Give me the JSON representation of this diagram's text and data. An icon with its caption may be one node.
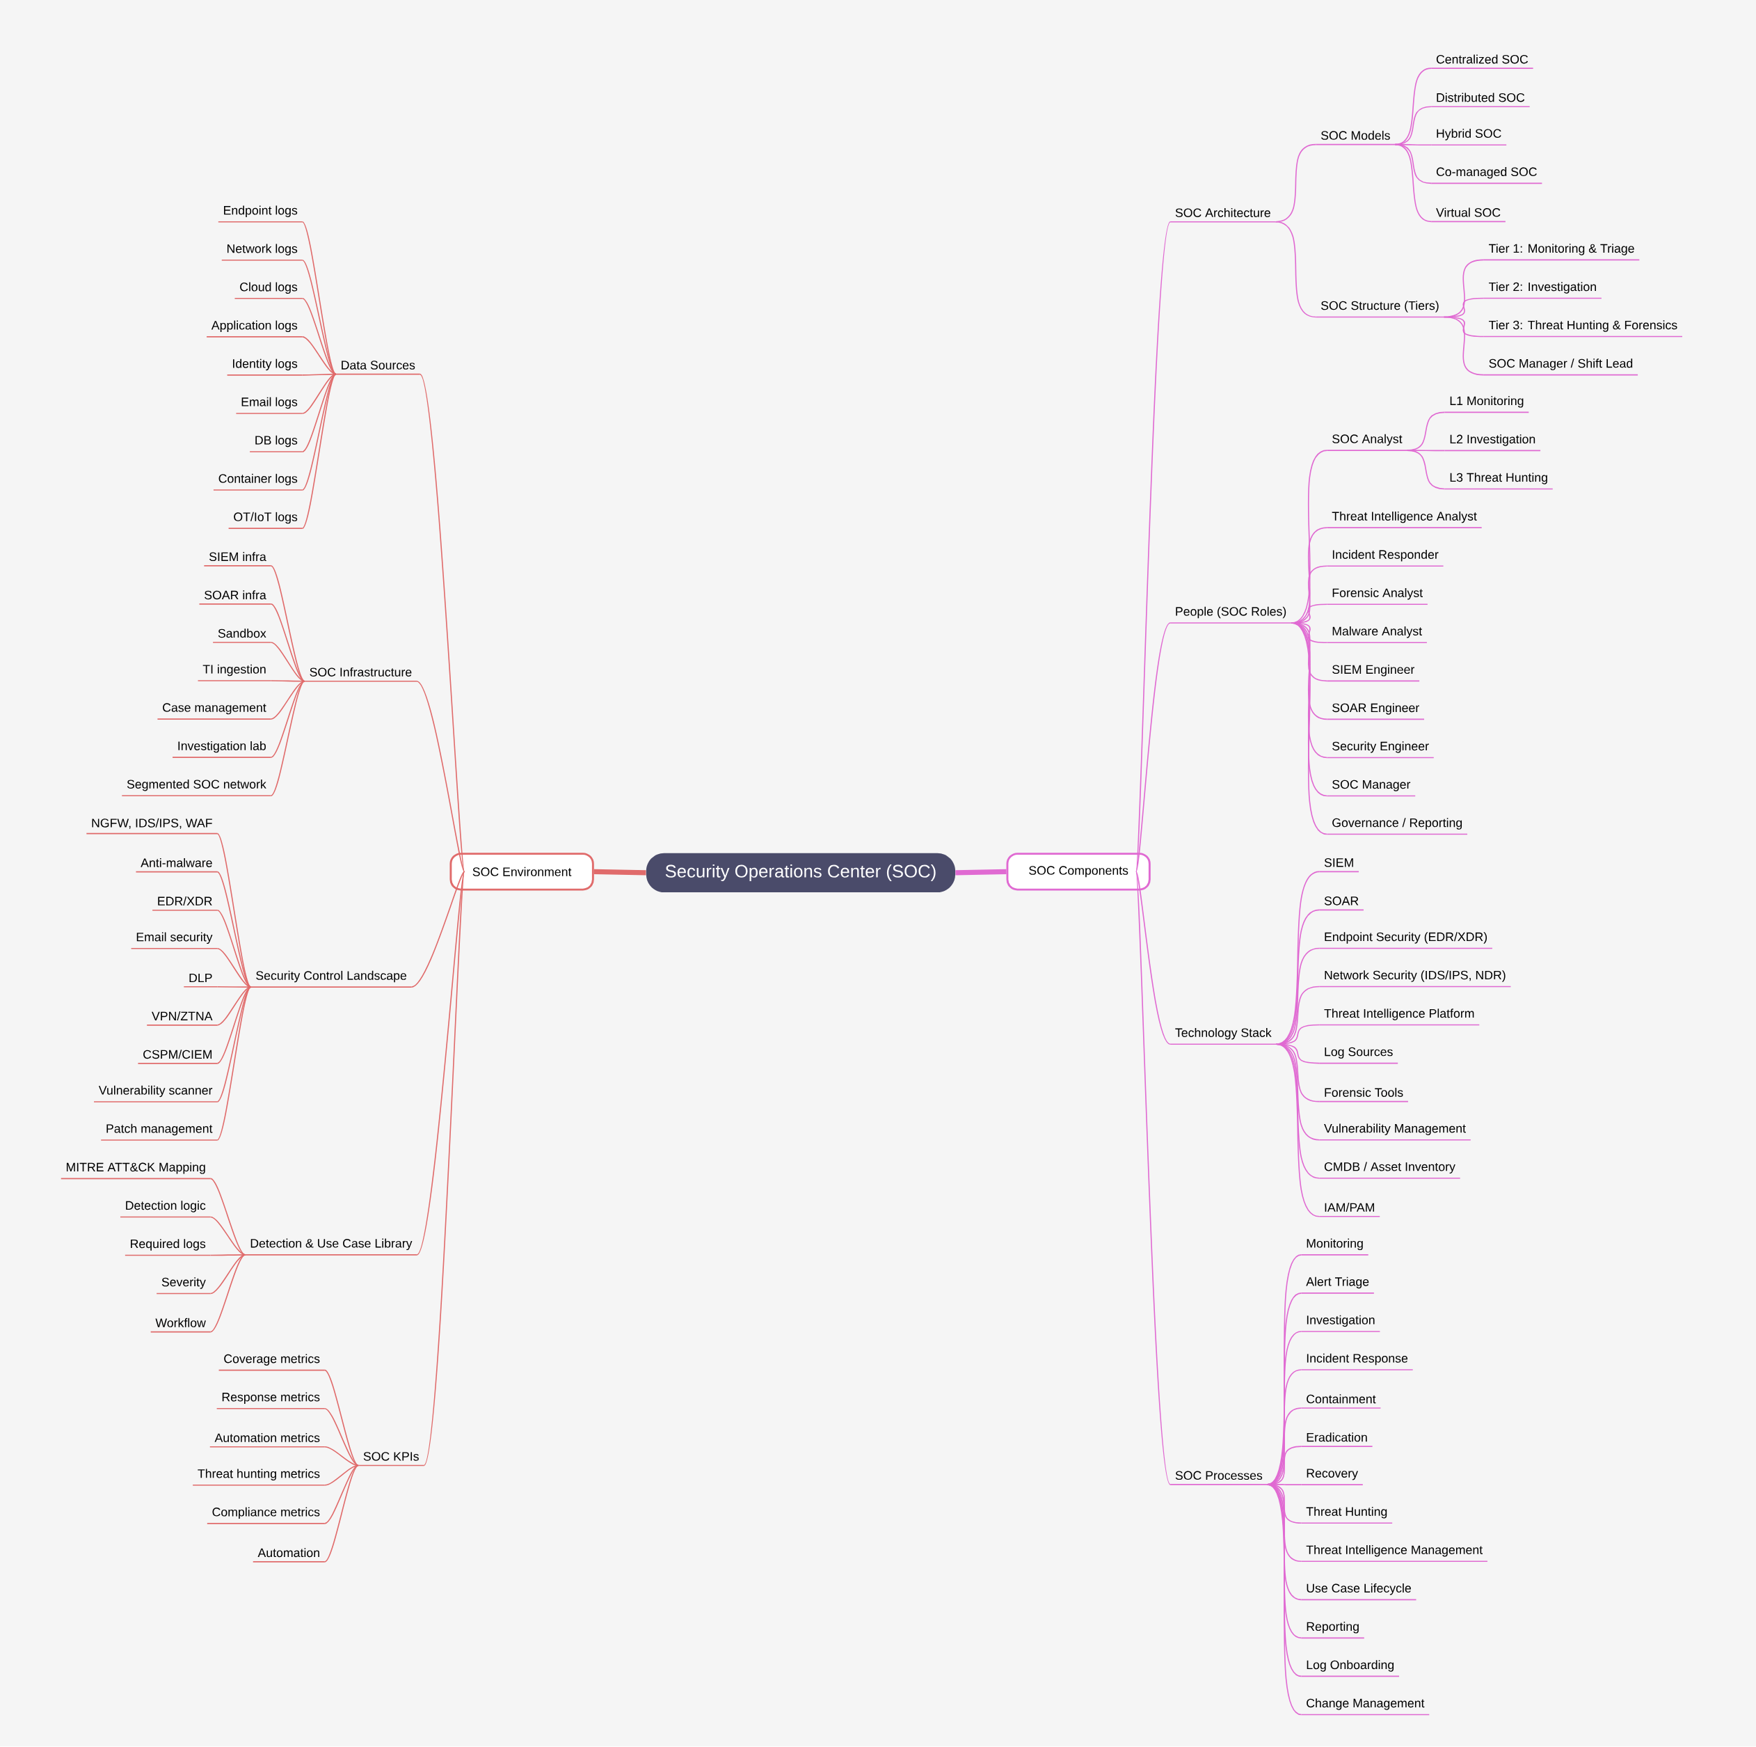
{
  "diagram": {
    "nodes": [
      {
        "text": [
          "Security Operations Center (SOC)"
        ]
      },
      {
        "text": [
          "SOC Environment"
        ]
      },
      {
        "text": [
          "Data Sources"
        ]
      },
      {
        "text": [
          "Endpoint logs"
        ]
      },
      {
        "text": [
          "Network logs"
        ]
      },
      {
        "text": [
          "Cloud logs"
        ]
      },
      {
        "text": [
          "Application logs"
        ]
      },
      {
        "text": [
          "Identity logs"
        ]
      },
      {
        "text": [
          "Email logs"
        ]
      },
      {
        "text": [
          "DB logs"
        ]
      },
      {
        "text": [
          "Container logs"
        ]
      },
      {
        "text": [
          "OT/IoT logs"
        ]
      },
      {
        "text": [
          "SOC Infrastructure"
        ]
      },
      {
        "text": [
          "SIEM infra"
        ]
      },
      {
        "text": [
          "SOAR infra"
        ]
      },
      {
        "text": [
          "Sandbox"
        ]
      },
      {
        "text": [
          "TI ingestion"
        ]
      },
      {
        "text": [
          "Case management"
        ]
      },
      {
        "text": [
          "Investigation lab"
        ]
      },
      {
        "text": [
          "Segmented SOC network"
        ]
      },
      {
        "text": [
          "Security Control Landscape"
        ]
      },
      {
        "text": [
          "NGFW, IDS/IPS, WAF"
        ]
      },
      {
        "text": [
          "Anti-malware"
        ]
      },
      {
        "text": [
          "EDR/XDR"
        ]
      },
      {
        "text": [
          "Email security"
        ]
      },
      {
        "text": [
          "DLP"
        ]
      },
      {
        "text": [
          "VPN/ZTNA"
        ]
      },
      {
        "text": [
          "CSPM/CIEM"
        ]
      },
      {
        "text": [
          "Vulnerability scanner"
        ]
      },
      {
        "text": [
          "Patch management"
        ]
      },
      {
        "text": [
          "Detection & Use Case Library"
        ]
      },
      {
        "text": [
          "MITRE ATT&CK Mapping"
        ]
      },
      {
        "text": [
          "Detection logic"
        ]
      },
      {
        "text": [
          "Required logs"
        ]
      },
      {
        "text": [
          "Severity"
        ]
      },
      {
        "text": [
          "Workflow"
        ]
      },
      {
        "text": [
          "SOC KPIs"
        ]
      },
      {
        "text": [
          "Coverage metrics"
        ]
      },
      {
        "text": [
          "Response metrics"
        ]
      },
      {
        "text": [
          "Automation metrics"
        ]
      },
      {
        "text": [
          "Threat hunting metrics"
        ]
      },
      {
        "text": [
          "Compliance metrics"
        ]
      },
      {
        "text": [
          "Automation"
        ]
      },
      {
        "text": [
          "SOC Components"
        ]
      },
      {
        "text": [
          "SOC Architecture"
        ]
      },
      {
        "text": [
          "SOC Models"
        ]
      },
      {
        "text": [
          "Centralized SOC"
        ]
      },
      {
        "text": [
          "Distributed SOC"
        ]
      },
      {
        "text": [
          "Hybrid SOC"
        ]
      },
      {
        "text": [
          "Co-managed SOC"
        ]
      },
      {
        "text": [
          "Virtual SOC"
        ]
      },
      {
        "text": [
          "SOC Structure (Tiers)"
        ]
      },
      {
        "text": [
          "Tier 1: Monitoring & Triage"
        ]
      },
      {
        "text": [
          "Tier 2: Investigation"
        ]
      },
      {
        "text": [
          "Tier 3: Threat Hunting & Forensics"
        ]
      },
      {
        "text": [
          "SOC Manager / Shift Lead"
        ]
      },
      {
        "text": [
          "People (SOC Roles)"
        ]
      },
      {
        "text": [
          "SOC Analyst"
        ]
      },
      {
        "text": [
          "L1 Monitoring"
        ]
      },
      {
        "text": [
          "L2 Investigation"
        ]
      },
      {
        "text": [
          "L3 Threat Hunting"
        ]
      },
      {
        "text": [
          "Threat Intelligence Analyst"
        ]
      },
      {
        "text": [
          "Incident Responder"
        ]
      },
      {
        "text": [
          "Forensic Analyst"
        ]
      },
      {
        "text": [
          "Malware Analyst"
        ]
      },
      {
        "text": [
          "SIEM Engineer"
        ]
      },
      {
        "text": [
          "SOAR Engineer"
        ]
      },
      {
        "text": [
          "Security Engineer"
        ]
      },
      {
        "text": [
          "SOC Manager"
        ]
      },
      {
        "text": [
          "Governance / Reporting"
        ]
      },
      {
        "text": [
          "Technology Stack"
        ]
      },
      {
        "text": [
          "SIEM"
        ]
      },
      {
        "text": [
          "SOAR"
        ]
      },
      {
        "text": [
          "Endpoint Security (EDR/XDR)"
        ]
      },
      {
        "text": [
          "Network Security (IDS/IPS, NDR)"
        ]
      },
      {
        "text": [
          "Threat Intelligence Platform"
        ]
      },
      {
        "text": [
          "Log Sources"
        ]
      },
      {
        "text": [
          "Forensic Tools"
        ]
      },
      {
        "text": [
          "Vulnerability Management"
        ]
      },
      {
        "text": [
          "CMDB / Asset Inventory"
        ]
      },
      {
        "text": [
          "IAM/PAM"
        ]
      },
      {
        "text": [
          "SOC Processes"
        ]
      },
      {
        "text": [
          "Monitoring"
        ]
      },
      {
        "text": [
          "Alert Triage"
        ]
      },
      {
        "text": [
          "Investigation"
        ]
      },
      {
        "text": [
          "Incident Response"
        ]
      },
      {
        "text": [
          "Containment"
        ]
      },
      {
        "text": [
          "Eradication"
        ]
      },
      {
        "text": [
          "Recovery"
        ]
      },
      {
        "text": [
          "Threat Hunting"
        ]
      },
      {
        "text": [
          "Threat Intelligence Management"
        ]
      },
      {
        "text": [
          "Use Case Lifecycle"
        ]
      },
      {
        "text": [
          "Reporting"
        ]
      },
      {
        "text": [
          "Log Onboarding"
        ]
      },
      {
        "text": [
          "Change Management"
        ]
      }
    ],
    "edges": [
      {
        "from": 0,
        "to": 1,
        "arrow": "none",
        "style": "thick",
        "color": "#e06b6b"
      },
      {
        "from": 1,
        "to": 2,
        "arrow": "none",
        "color": "#e06b6b"
      },
      {
        "from": 2,
        "to": 3,
        "arrow": "none",
        "color": "#e06b6b"
      },
      {
        "from": 2,
        "to": 4,
        "arrow": "none",
        "color": "#e06b6b"
      },
      {
        "from": 2,
        "to": 5,
        "arrow": "none",
        "color": "#e06b6b"
      },
      {
        "from": 2,
        "to": 6,
        "arrow": "none",
        "color": "#e06b6b"
      },
      {
        "from": 2,
        "to": 7,
        "arrow": "none",
        "color": "#e06b6b"
      },
      {
        "from": 2,
        "to": 8,
        "arrow": "none",
        "color": "#e06b6b"
      },
      {
        "from": 2,
        "to": 9,
        "arrow": "none",
        "color": "#e06b6b"
      },
      {
        "from": 2,
        "to": 10,
        "arrow": "none",
        "color": "#e06b6b"
      },
      {
        "from": 2,
        "to": 11,
        "arrow": "none",
        "color": "#e06b6b"
      },
      {
        "from": 1,
        "to": 12,
        "arrow": "none",
        "color": "#e06b6b"
      },
      {
        "from": 12,
        "to": 13,
        "arrow": "none",
        "color": "#e06b6b"
      },
      {
        "from": 12,
        "to": 14,
        "arrow": "none",
        "color": "#e06b6b"
      },
      {
        "from": 12,
        "to": 15,
        "arrow": "none",
        "color": "#e06b6b"
      },
      {
        "from": 12,
        "to": 16,
        "arrow": "none",
        "color": "#e06b6b"
      },
      {
        "from": 12,
        "to": 17,
        "arrow": "none",
        "color": "#e06b6b"
      },
      {
        "from": 12,
        "to": 18,
        "arrow": "none",
        "color": "#e06b6b"
      },
      {
        "from": 12,
        "to": 19,
        "arrow": "none",
        "color": "#e06b6b"
      },
      {
        "from": 1,
        "to": 20,
        "arrow": "none",
        "color": "#e06b6b"
      },
      {
        "from": 20,
        "to": 21,
        "arrow": "none",
        "color": "#e06b6b"
      },
      {
        "from": 20,
        "to": 22,
        "arrow": "none",
        "color": "#e06b6b"
      },
      {
        "from": 20,
        "to": 23,
        "arrow": "none",
        "color": "#e06b6b"
      },
      {
        "from": 20,
        "to": 24,
        "arrow": "none",
        "color": "#e06b6b"
      },
      {
        "from": 20,
        "to": 25,
        "arrow": "none",
        "color": "#e06b6b"
      },
      {
        "from": 20,
        "to": 26,
        "arrow": "none",
        "color": "#e06b6b"
      },
      {
        "from": 20,
        "to": 27,
        "arrow": "none",
        "color": "#e06b6b"
      },
      {
        "from": 20,
        "to": 28,
        "arrow": "none",
        "color": "#e06b6b"
      },
      {
        "from": 20,
        "to": 29,
        "arrow": "none",
        "color": "#e06b6b"
      },
      {
        "from": 1,
        "to": 30,
        "arrow": "none",
        "color": "#e06b6b"
      },
      {
        "from": 30,
        "to": 31,
        "arrow": "none",
        "color": "#e06b6b"
      },
      {
        "from": 30,
        "to": 32,
        "arrow": "none",
        "color": "#e06b6b"
      },
      {
        "from": 30,
        "to": 33,
        "arrow": "none",
        "color": "#e06b6b"
      },
      {
        "from": 30,
        "to": 34,
        "arrow": "none",
        "color": "#e06b6b"
      },
      {
        "from": 30,
        "to": 35,
        "arrow": "none",
        "color": "#e06b6b"
      },
      {
        "from": 1,
        "to": 36,
        "arrow": "none",
        "color": "#e06b6b"
      },
      {
        "from": 36,
        "to": 37,
        "arrow": "none",
        "color": "#e06b6b"
      },
      {
        "from": 36,
        "to": 38,
        "arrow": "none",
        "color": "#e06b6b"
      },
      {
        "from": 36,
        "to": 39,
        "arrow": "none",
        "color": "#e06b6b"
      },
      {
        "from": 36,
        "to": 40,
        "arrow": "none",
        "color": "#e06b6b"
      },
      {
        "from": 36,
        "to": 41,
        "arrow": "none",
        "color": "#e06b6b"
      },
      {
        "from": 36,
        "to": 42,
        "arrow": "none",
        "color": "#e06b6b"
      },
      {
        "from": 0,
        "to": 43,
        "arrow": "none",
        "style": "thick",
        "color": "#e06ad2"
      },
      {
        "from": 43,
        "to": 44,
        "arrow": "none",
        "color": "#e06ad2"
      },
      {
        "from": 44,
        "to": 45,
        "arrow": "none",
        "color": "#e06ad2"
      },
      {
        "from": 45,
        "to": 46,
        "arrow": "none",
        "color": "#e06ad2"
      },
      {
        "from": 45,
        "to": 47,
        "arrow": "none",
        "color": "#e06ad2"
      },
      {
        "from": 45,
        "to": 48,
        "arrow": "none",
        "color": "#e06ad2"
      },
      {
        "from": 45,
        "to": 49,
        "arrow": "none",
        "color": "#e06ad2"
      },
      {
        "from": 45,
        "to": 50,
        "arrow": "none",
        "color": "#e06ad2"
      },
      {
        "from": 44,
        "to": 51,
        "arrow": "none",
        "color": "#e06ad2"
      },
      {
        "from": 51,
        "to": 52,
        "arrow": "none",
        "color": "#e06ad2"
      },
      {
        "from": 51,
        "to": 53,
        "arrow": "none",
        "color": "#e06ad2"
      },
      {
        "from": 51,
        "to": 54,
        "arrow": "none",
        "color": "#e06ad2"
      },
      {
        "from": 51,
        "to": 55,
        "arrow": "none",
        "color": "#e06ad2"
      },
      {
        "from": 43,
        "to": 56,
        "arrow": "none",
        "color": "#e06ad2"
      },
      {
        "from": 56,
        "to": 57,
        "arrow": "none",
        "color": "#e06ad2"
      },
      {
        "from": 57,
        "to": 58,
        "arrow": "none",
        "color": "#e06ad2"
      },
      {
        "from": 57,
        "to": 59,
        "arrow": "none",
        "color": "#e06ad2"
      },
      {
        "from": 57,
        "to": 60,
        "arrow": "none",
        "color": "#e06ad2"
      },
      {
        "from": 56,
        "to": 61,
        "arrow": "none",
        "color": "#e06ad2"
      },
      {
        "from": 56,
        "to": 62,
        "arrow": "none",
        "color": "#e06ad2"
      },
      {
        "from": 56,
        "to": 63,
        "arrow": "none",
        "color": "#e06ad2"
      },
      {
        "from": 56,
        "to": 64,
        "arrow": "none",
        "color": "#e06ad2"
      },
      {
        "from": 56,
        "to": 65,
        "arrow": "none",
        "color": "#e06ad2"
      },
      {
        "from": 56,
        "to": 66,
        "arrow": "none",
        "color": "#e06ad2"
      },
      {
        "from": 56,
        "to": 67,
        "arrow": "none",
        "color": "#e06ad2"
      },
      {
        "from": 56,
        "to": 68,
        "arrow": "none",
        "color": "#e06ad2"
      },
      {
        "from": 56,
        "to": 69,
        "arrow": "none",
        "color": "#e06ad2"
      },
      {
        "from": 43,
        "to": 70,
        "arrow": "none",
        "color": "#e06ad2"
      },
      {
        "from": 70,
        "to": 71,
        "arrow": "none",
        "color": "#e06ad2"
      },
      {
        "from": 70,
        "to": 72,
        "arrow": "none",
        "color": "#e06ad2"
      },
      {
        "from": 70,
        "to": 73,
        "arrow": "none",
        "color": "#e06ad2"
      },
      {
        "from": 70,
        "to": 74,
        "arrow": "none",
        "color": "#e06ad2"
      },
      {
        "from": 70,
        "to": 75,
        "arrow": "none",
        "color": "#e06ad2"
      },
      {
        "from": 70,
        "to": 76,
        "arrow": "none",
        "color": "#e06ad2"
      },
      {
        "from": 70,
        "to": 77,
        "arrow": "none",
        "color": "#e06ad2"
      },
      {
        "from": 70,
        "to": 78,
        "arrow": "none",
        "color": "#e06ad2"
      },
      {
        "from": 70,
        "to": 79,
        "arrow": "none",
        "color": "#e06ad2"
      },
      {
        "from": 70,
        "to": 80,
        "arrow": "none",
        "color": "#e06ad2"
      },
      {
        "from": 43,
        "to": 81,
        "arrow": "none",
        "color": "#e06ad2"
      },
      {
        "from": 81,
        "to": 82,
        "arrow": "none",
        "color": "#e06ad2"
      },
      {
        "from": 81,
        "to": 83,
        "arrow": "none",
        "color": "#e06ad2"
      },
      {
        "from": 81,
        "to": 84,
        "arrow": "none",
        "color": "#e06ad2"
      },
      {
        "from": 81,
        "to": 85,
        "arrow": "none",
        "color": "#e06ad2"
      },
      {
        "from": 81,
        "to": 86,
        "arrow": "none",
        "color": "#e06ad2"
      },
      {
        "from": 81,
        "to": 87,
        "arrow": "none",
        "color": "#e06ad2"
      },
      {
        "from": 81,
        "to": 88,
        "arrow": "none",
        "color": "#e06ad2"
      },
      {
        "from": 81,
        "to": 89,
        "arrow": "none",
        "color": "#e06ad2"
      },
      {
        "from": 81,
        "to": 90,
        "arrow": "none",
        "color": "#e06ad2"
      },
      {
        "from": 81,
        "to": 91,
        "arrow": "none",
        "color": "#e06ad2"
      },
      {
        "from": 81,
        "to": 92,
        "arrow": "none",
        "color": "#e06ad2"
      },
      {
        "from": 81,
        "to": 93,
        "arrow": "none",
        "color": "#e06ad2"
      },
      {
        "from": 81,
        "to": 94,
        "arrow": "none",
        "color": "#e06ad2"
      }
    ]
  }
}
